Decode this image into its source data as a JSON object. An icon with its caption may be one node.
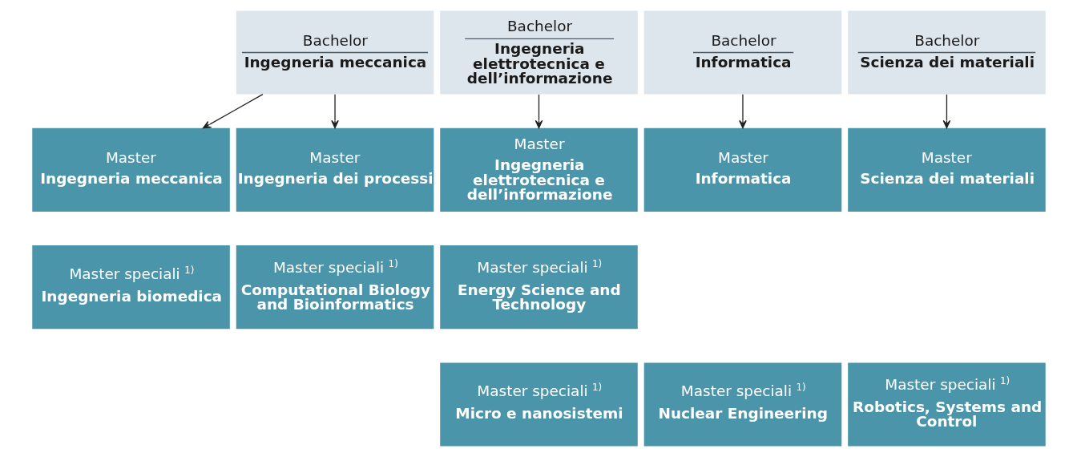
{
  "diagram": {
    "nodes": [
      {
        "text": [
          "Bachelor",
          "Ingegneria meccanica"
        ]
      },
      {
        "text": [
          "Bachelor",
          "Ingegneria elettrotecnica e dell’informazione"
        ]
      },
      {
        "text": [
          "Bachelor",
          "Informatica"
        ]
      },
      {
        "text": [
          "Bachelor",
          "Scienza dei materiali"
        ]
      },
      {
        "text": [
          "Master",
          "Ingegneria meccanica"
        ]
      },
      {
        "text": [
          "Master",
          "Ingegneria dei processi"
        ]
      },
      {
        "text": [
          "Master",
          "Ingegneria elettrotecnica e dell’informazione"
        ]
      },
      {
        "text": [
          "Master",
          "Informatica"
        ]
      },
      {
        "text": [
          "Master",
          "Scienza dei materiali"
        ]
      },
      {
        "text": [
          "Master speciali $^{1)}$",
          "Ingegneria biomedica"
        ]
      },
      {
        "text": [
          "Master speciali $^{1)}$",
          "Computational Biology and Bioinformatics"
        ]
      },
      {
        "text": [
          "Master speciali $^{1)}$",
          "Energy Science and Technology"
        ]
      },
      {
        "text": [
          "Master speciali $^{1)}$",
          "Micro e nanosistemi"
        ]
      },
      {
        "text": [
          "Master speciali $^{1)}$",
          "Nuclear Engineering"
        ]
      },
      {
        "text": [
          "Master speciali $^{1)}$",
          "Robotics, Systems and Control"
        ]
      }
    ],
    "edges": [
      {
        "from": 0,
        "to": 4,
        "arrow": "to"
      },
      {
        "from": 0,
        "to": 5,
        "arrow": "to"
      },
      {
        "from": 1,
        "to": 6,
        "arrow": "to"
      },
      {
        "from": 2,
        "to": 7,
        "arrow": "to"
      },
      {
        "from": 3,
        "to": 8,
        "arrow": "to"
      }
    ]
  }
}
